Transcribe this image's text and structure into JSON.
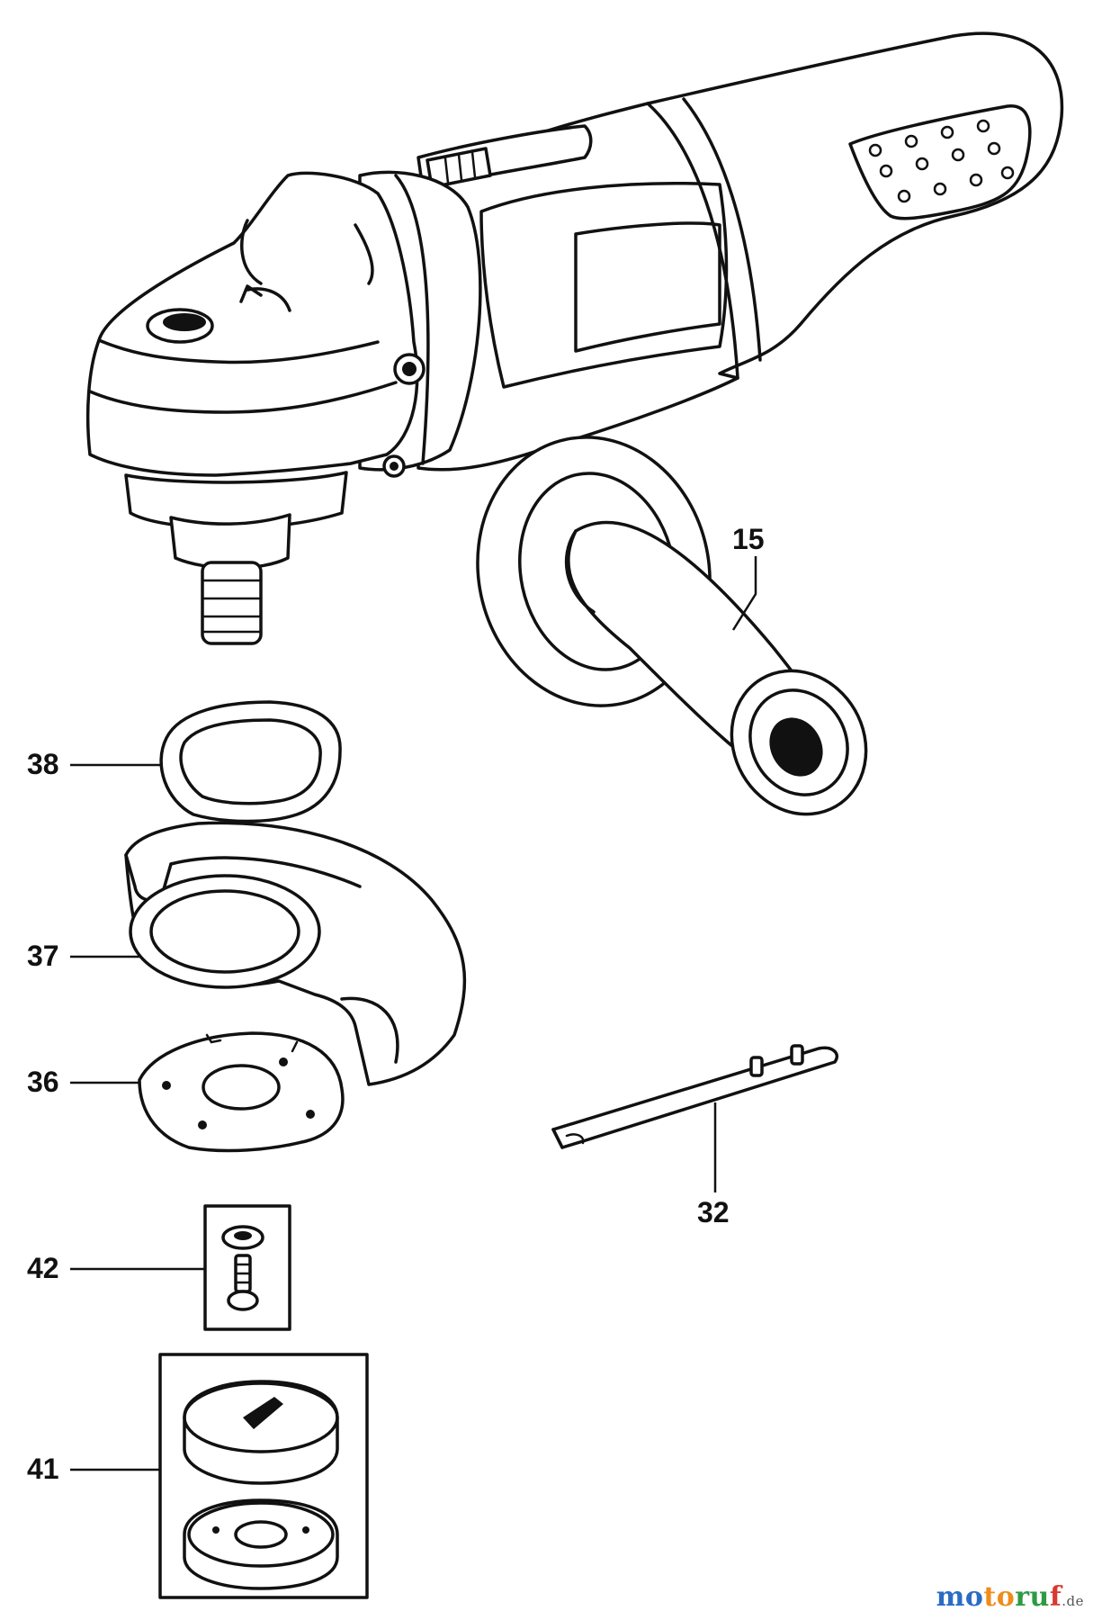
{
  "callouts": [
    {
      "id": "15",
      "label": "15"
    },
    {
      "id": "38",
      "label": "38"
    },
    {
      "id": "37",
      "label": "37"
    },
    {
      "id": "36",
      "label": "36"
    },
    {
      "id": "32",
      "label": "32"
    },
    {
      "id": "42",
      "label": "42"
    },
    {
      "id": "41",
      "label": "41"
    }
  ],
  "watermark": {
    "part1": "mo",
    "part2": "to",
    "part3": "ru",
    "part4": "f",
    "suffix": ".de"
  }
}
